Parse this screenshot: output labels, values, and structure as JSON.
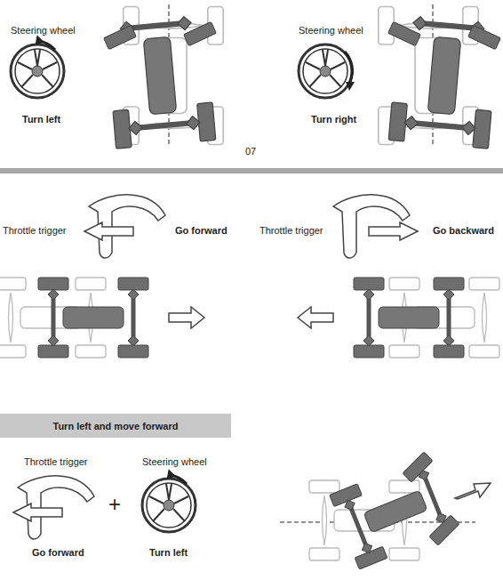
{
  "diagram": {
    "nodes": [
      {
        "text": [
          "Turn left and move forward"
        ]
      }
    ],
    "labels": [
      "Steering wheel",
      "Turn left",
      "Steering wheel",
      "Turn right",
      "07",
      "Throttle trigger",
      "Go forward",
      "Throttle trigger",
      "Go backward",
      "Throttle trigger",
      "+",
      "Steering wheel",
      "Go forward",
      "Turn left"
    ]
  }
}
